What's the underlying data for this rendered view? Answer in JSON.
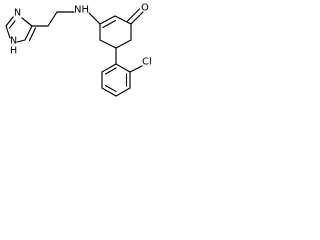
{
  "structure": {
    "atom_labels": {
      "nh_amine": "NH",
      "ketone_oxygen": "O",
      "chloro": "Cl",
      "imidazole_n3": "N",
      "imidazole_nh_n": "N",
      "imidazole_nh_h": "H"
    }
  }
}
